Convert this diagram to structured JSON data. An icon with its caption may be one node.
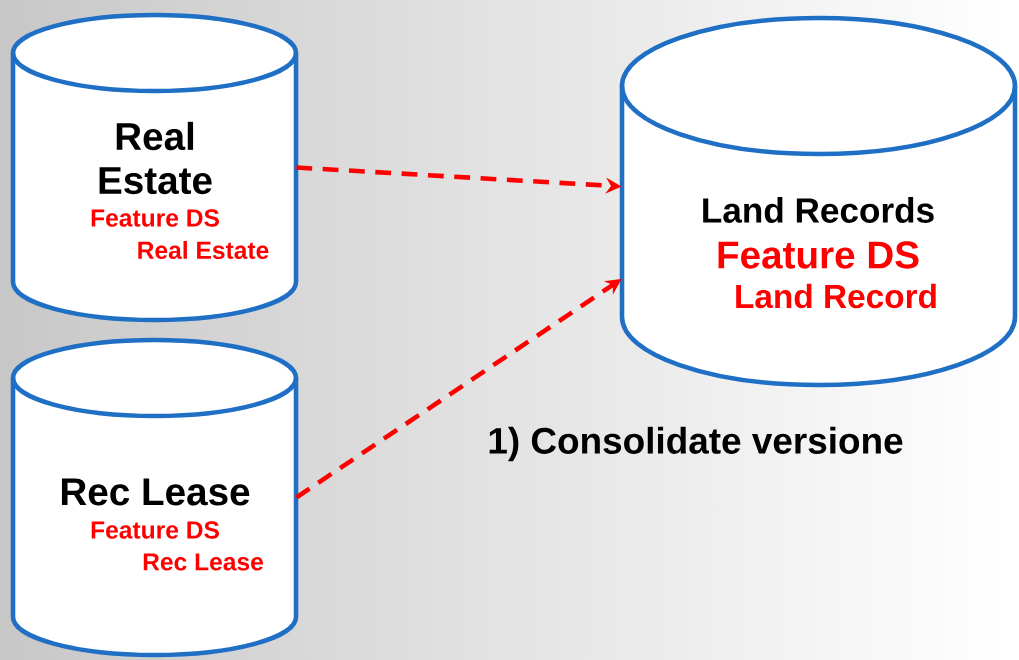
{
  "diagram": {
    "nodes": [
      {
        "text": [
          "Real Estate",
          "Feature DS",
          "Real Estate"
        ]
      },
      {
        "text": [
          "Rec Lease",
          "Feature DS",
          "Rec Lease"
        ]
      },
      {
        "text": [
          "Land Records",
          "Feature DS",
          "Land Record"
        ]
      }
    ],
    "edges": [
      {
        "from": 0,
        "to": 2,
        "arrow": "to",
        "style": "dashed",
        "color": "#ff0000"
      },
      {
        "from": 1,
        "to": 2,
        "arrow": "to",
        "style": "dashed",
        "color": "#ff0000"
      }
    ],
    "labels": [
      "1) Consolidate versione"
    ]
  }
}
